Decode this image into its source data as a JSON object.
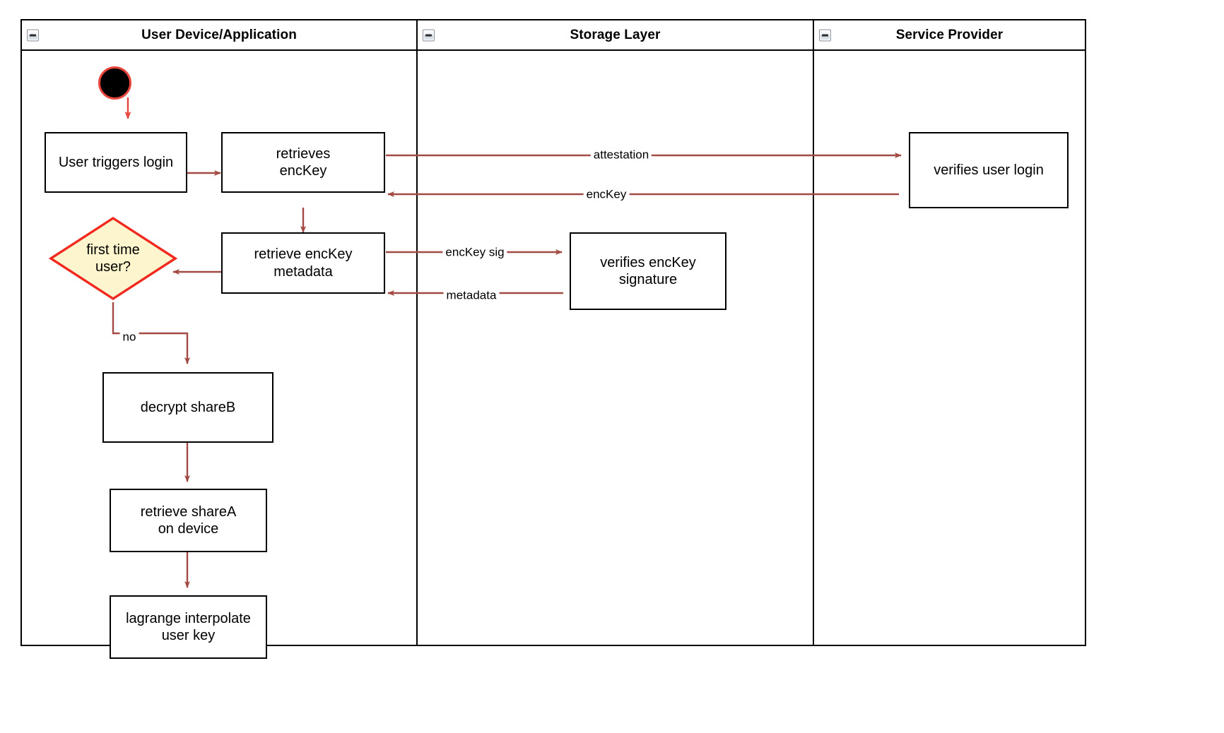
{
  "diagram": {
    "type": "swimlane-flowchart",
    "edge_color": "#a34a45",
    "start_border_color": "#e8453c",
    "decision_fill": "#fdf5cd",
    "decision_stroke": "#f0281e",
    "node_stroke": "#000000"
  },
  "lanes": [
    {
      "id": "user-device",
      "title": "User Device/Application",
      "collapse_icon": "minus-box-icon"
    },
    {
      "id": "storage-layer",
      "title": "Storage Layer",
      "collapse_icon": "minus-box-icon"
    },
    {
      "id": "service-provider",
      "title": "Service Provider",
      "collapse_icon": "minus-box-icon"
    }
  ],
  "nodes": {
    "start": {
      "kind": "start-node",
      "label": ""
    },
    "user_triggers_login": {
      "kind": "process",
      "label": "User triggers login"
    },
    "retrieves_enckey": {
      "kind": "process",
      "label": "retrieves\nencKey"
    },
    "retrieve_enckey_metadata": {
      "kind": "process",
      "label": "retrieve encKey\nmetadata"
    },
    "first_time_user": {
      "kind": "decision",
      "label": "first time\nuser?"
    },
    "decrypt_shareb": {
      "kind": "process",
      "label": "decrypt shareB"
    },
    "retrieve_sharea": {
      "kind": "process",
      "label": "retrieve shareA\non device"
    },
    "lagrange_interpolate": {
      "kind": "process",
      "label": "lagrange interpolate\nuser key"
    },
    "verifies_enckey_signature": {
      "kind": "process",
      "label": "verifies encKey\nsignature"
    },
    "verifies_user_login": {
      "kind": "process",
      "label": "verifies user login"
    }
  },
  "edge_labels": {
    "attestation": "attestation",
    "enckey": "encKey",
    "enckey_sig": "encKey sig",
    "metadata": "metadata",
    "no": "no"
  }
}
